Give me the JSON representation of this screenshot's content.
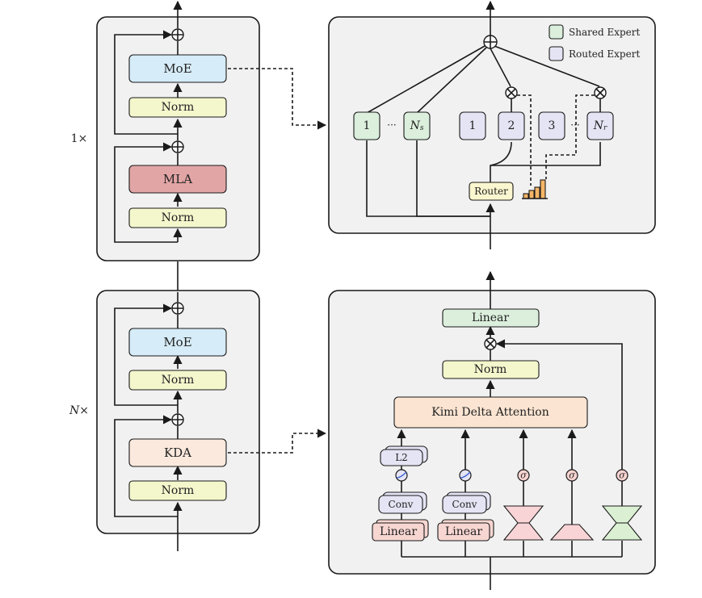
{
  "colors": {
    "moe": "#d6ecf8",
    "norm": "#f4f6cc",
    "mla": "#e2a5a5",
    "kda": "#fbe9dd",
    "shared_expert": "#dbefdc",
    "routed_expert": "#e4e4f4",
    "router": "#faf6cf",
    "linear_green": "#dbefdc",
    "kda_attention": "#fbe5d2",
    "linear_pink": "#f7d6d2",
    "conv": "#e4e4f4",
    "l2": "#e4e4f4",
    "funnel_pink": "#f9d4d6",
    "funnel_green": "#dbf0d3",
    "hist": "#f5b566",
    "sigma_fill": "#f7d4d0"
  },
  "left_stack": {
    "top_block": {
      "repeat": "1×",
      "ffn": "MoE",
      "norm_top": "Norm",
      "attention": "MLA",
      "norm_bottom": "Norm"
    },
    "bottom_block": {
      "repeat_symbol": "N",
      "repeat_suffix": "×",
      "ffn": "MoE",
      "norm_top": "Norm",
      "attention": "KDA",
      "norm_bottom": "Norm"
    }
  },
  "moe_detail": {
    "legend": {
      "shared": "Shared Expert",
      "routed": "Routed Expert"
    },
    "shared_experts": [
      "1",
      "Ns"
    ],
    "routed_experts": [
      "1",
      "2",
      "3",
      "Nr"
    ],
    "ellipsis": "···",
    "router": "Router"
  },
  "kda_detail": {
    "linear_out": "Linear",
    "norm": "Norm",
    "attention": "Kimi Delta Attention",
    "l2": "L2",
    "conv_1": "Conv",
    "conv_2": "Conv",
    "linear_1": "Linear",
    "linear_2": "Linear",
    "sigma": "σ"
  }
}
